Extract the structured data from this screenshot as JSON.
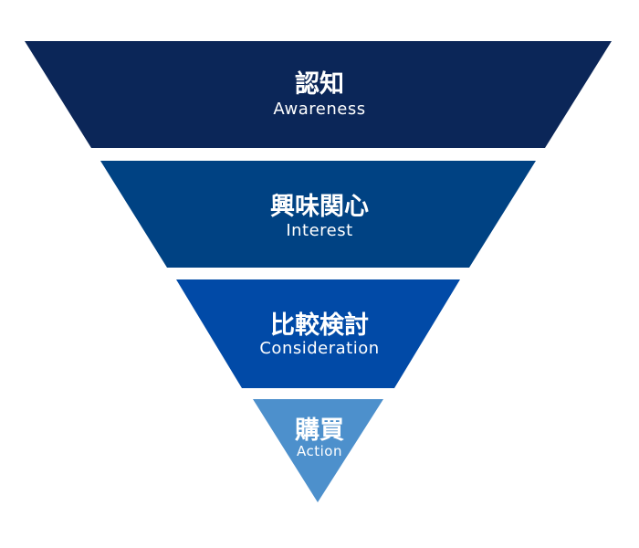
{
  "funnel": {
    "stages": [
      {
        "jp": "認知",
        "en": "Awareness",
        "color": "#0b2658"
      },
      {
        "jp": "興味関心",
        "en": "Interest",
        "color": "#004283"
      },
      {
        "jp": "比較検討",
        "en": "Consideration",
        "color": "#014aa7"
      },
      {
        "jp": "購買",
        "en": "Action",
        "color": "#4d90cc"
      }
    ]
  }
}
